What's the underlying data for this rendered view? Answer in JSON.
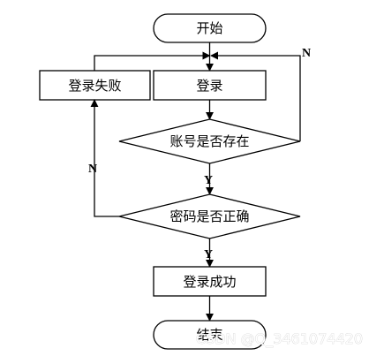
{
  "flowchart": {
    "nodes": {
      "start": "开始",
      "login": "登录",
      "login_failed": "登录失败",
      "account_exists": "账号是否存在",
      "password_correct": "密码是否正确",
      "login_success": "登录成功",
      "end": "结束"
    },
    "edge_labels": {
      "account_no": "N",
      "account_yes": "Y",
      "password_no": "N",
      "password_yes": "Y"
    }
  },
  "watermark": "CSDN @Q_3461074420"
}
